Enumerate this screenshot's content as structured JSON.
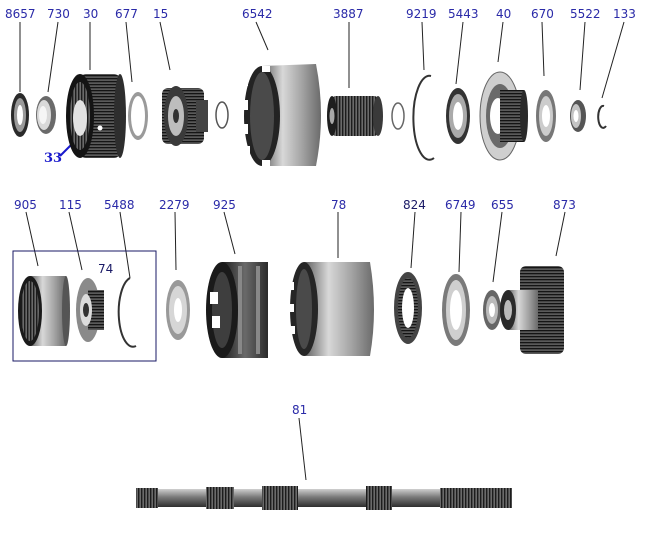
{
  "colors": {
    "callout_text": "#2a2aa8",
    "callout_bold": "#1a1acc",
    "leader_line": "#222222",
    "metal_dark": "#3a3a3a",
    "metal_mid": "#8a8a8a",
    "metal_light": "#d0d0d0",
    "group_box": "#1a1a66"
  },
  "callouts": {
    "c8657": "8657",
    "c730": "730",
    "c30": "30",
    "c677": "677",
    "c15": "15",
    "c6542": "6542",
    "c3887": "3887",
    "c9219": "9219",
    "c5443": "5443",
    "c40": "40",
    "c670": "670",
    "c5522": "5522",
    "c133": "133",
    "c33": "33",
    "c905": "905",
    "c115": "115",
    "c5488": "5488",
    "c74": "74",
    "c2279": "2279",
    "c925": "925",
    "c78": "78",
    "c824": "824",
    "c6749": "6749",
    "c655": "655",
    "c873": "873",
    "c81": "81"
  }
}
